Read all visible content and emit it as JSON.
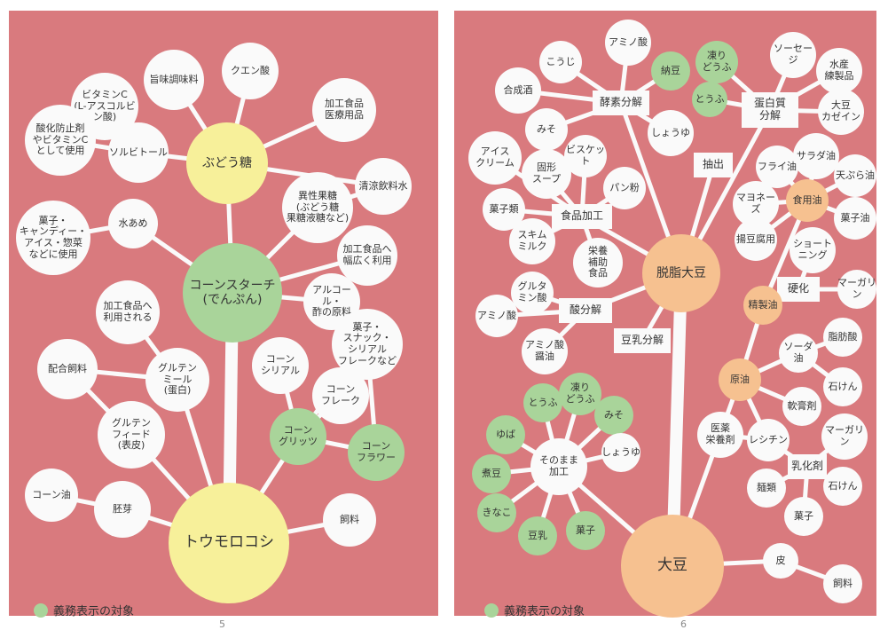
{
  "left_page": {
    "page_number": "5",
    "legend": "義務表示の対象",
    "nodes": {
      "corn": "トウモロコシ",
      "starch": "コーンスターチ\n(でんぷん)",
      "budoto": "ぶどう糖",
      "mizuame": "水あめ",
      "kuensan": "クエン酸",
      "umami": "旨味調味料",
      "vitc": "ビタミンC\n(L-アスコルビン酸)",
      "sorbitol": "ソルビトール",
      "sanka": "酸化防止剤\nやビタミンC\nとして使用",
      "kakou_iryo": "加工食品\n医療用品",
      "seiryo": "清涼飲料水",
      "iseikato": "異性果糖\n(ぶどう糖\n果糖液糖など)",
      "kashi": "菓子・\nキャンディー・\nアイス・惣菜\nなどに使用",
      "kakou_hiroku": "加工食品へ\n幅広く利用",
      "alcohol": "アルコール・\n酢の原料",
      "kakou_riyou": "加工食品へ\n利用される",
      "haigo": "配合飼料",
      "gluten_meal": "グルテン\nミール\n(蛋白)",
      "gluten_feed": "グルテン\nフィード\n(表皮)",
      "cereal": "コーン\nシリアル",
      "snack": "菓子・\nスナック・\nシリアル\nフレークなど",
      "flake": "コーン\nフレーク",
      "grits": "コーン\nグリッツ",
      "flour": "コーン\nフラワー",
      "haiga": "胚芽",
      "cornoil": "コーン油",
      "shiryo": "飼料"
    }
  },
  "right_page": {
    "page_number": "6",
    "legend": "義務表示の対象",
    "nodes": {
      "daizu": "大豆",
      "dassi": "脱脂大豆",
      "kouji": "こうじ",
      "amino1": "アミノ酸",
      "natto": "納豆",
      "goseishu": "合成酒",
      "koso": "酵素分解",
      "miso1": "みそ",
      "shoyu1": "しょうゆ",
      "koritofu": "凍り\nどうふ",
      "sausage": "ソーセージ",
      "suisan": "水産\n練製品",
      "tofu1": "とうふ",
      "tanpaku": "蛋白質\n分解",
      "daizu_kasein": "大豆\nカゼイン",
      "ice": "アイス\nクリーム",
      "kokei": "固形\nスープ",
      "biscuit": "ビスケット",
      "panko": "パン粉",
      "kashirui": "菓子類",
      "shokuhin_kakou": "食品加工",
      "chushutsu": "抽出",
      "skim": "スキム\nミルク",
      "eiyo": "栄養\n補助\n食品",
      "glutamin": "グルタ\nミン酸",
      "amino2": "アミノ酸",
      "sanbunkai": "酸分解",
      "amino_shoyu": "アミノ酸\n醤油",
      "tonyu_bunkai": "豆乳分解",
      "salad": "サラダ油",
      "fry": "フライ油",
      "tempura": "天ぷら油",
      "mayo": "マヨネーズ",
      "shokuyo": "食用油",
      "kashiyu": "菓子油",
      "ageto": "揚豆腐用",
      "shortening": "ショート\nニング",
      "koka": "硬化",
      "margarine1": "マーガリン",
      "seisei": "精製油",
      "soda": "ソーダ\n油",
      "shibosan": "脂肪酸",
      "genyu": "原油",
      "sekken1": "石けん",
      "nankou": "軟膏剤",
      "iyaku": "医薬\n栄養剤",
      "lecithin": "レシチン",
      "margarine2": "マーガリン",
      "nyuka": "乳化剤",
      "menrui": "麺類",
      "sekken2": "石けん",
      "kashi2": "菓子",
      "kawa": "皮",
      "shiryo2": "飼料",
      "sonomama": "そのまま\n加工",
      "tofu2": "とうふ",
      "koritofu2": "凍り\nどうふ",
      "miso2": "みそ",
      "yuba": "ゆば",
      "shoyu2": "しょうゆ",
      "nimame": "煮豆",
      "kinako": "きなこ",
      "tonyu": "豆乳",
      "kashi3": "菓子"
    }
  },
  "colors": {
    "background": "#d97a7e",
    "node": "#fafafa",
    "mandatory": "#a9d49a",
    "corn": "#f7f09a",
    "soy": "#f6c190"
  }
}
